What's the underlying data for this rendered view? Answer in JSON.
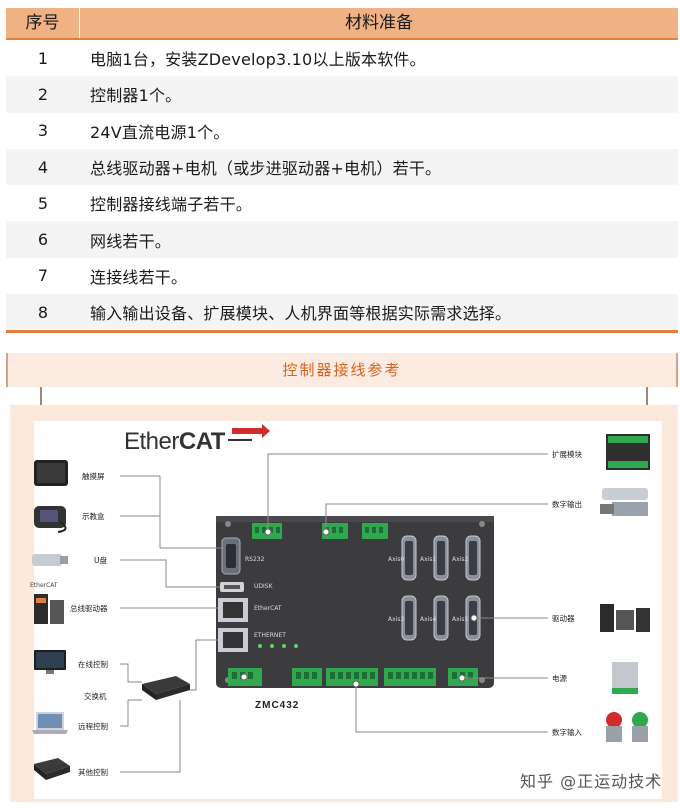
{
  "materials": {
    "header": {
      "num": "序号",
      "item": "材料准备"
    },
    "rows": [
      {
        "num": "1",
        "text": "电脑1台，安装ZDevelop3.10以上版本软件。"
      },
      {
        "num": "2",
        "text": "控制器1个。"
      },
      {
        "num": "3",
        "text": "24V直流电源1个。"
      },
      {
        "num": "4",
        "text": "总线驱动器+电机（或步进驱动器+电机）若干。"
      },
      {
        "num": "5",
        "text": "控制器接线端子若干。"
      },
      {
        "num": "6",
        "text": "网线若干。"
      },
      {
        "num": "7",
        "text": "连接线若干。"
      },
      {
        "num": "8",
        "text": "输入输出设备、扩展模块、人机界面等根据实际需求选择。"
      }
    ]
  },
  "wiring": {
    "title": "控制器接线参考",
    "logo": {
      "regular": "Ether",
      "bold": "CAT"
    },
    "model": "ZMC432",
    "left_devices": {
      "touchscreen": "触摸屏",
      "teach_pendant": "示教盒",
      "udisk": "U盘",
      "ethercat_small": "EtherCAT",
      "bus_driver": "总线驱动器",
      "online_control": "在线控制",
      "switch": "交换机",
      "remote_control": "远程控制",
      "other_control": "其他控制"
    },
    "right_devices": {
      "expansion": "扩展模块",
      "digital_output": "数字输出",
      "driver": "驱动器",
      "power": "电源",
      "digital_input": "数字输入"
    },
    "controller_labels": {
      "rs232": "RS232",
      "udisk_port": "UDISK",
      "ethercat_port": "EtherCAT",
      "ethernet_port": "ETHERNET",
      "axis0": "Axis0",
      "axis1": "Axis1",
      "axis2": "Axis2",
      "axis3": "Axis3",
      "axis4": "Axis4",
      "axis5": "Axis5"
    },
    "watermark": "知乎 @正运动技术"
  },
  "colors": {
    "header_bg": "#f0b183",
    "accent_line": "#e07f3e",
    "section_title": "#d9631f",
    "panel_bg": "#fbe9dc",
    "controller": "#3c3c3f",
    "terminal": "#2fa84f"
  }
}
